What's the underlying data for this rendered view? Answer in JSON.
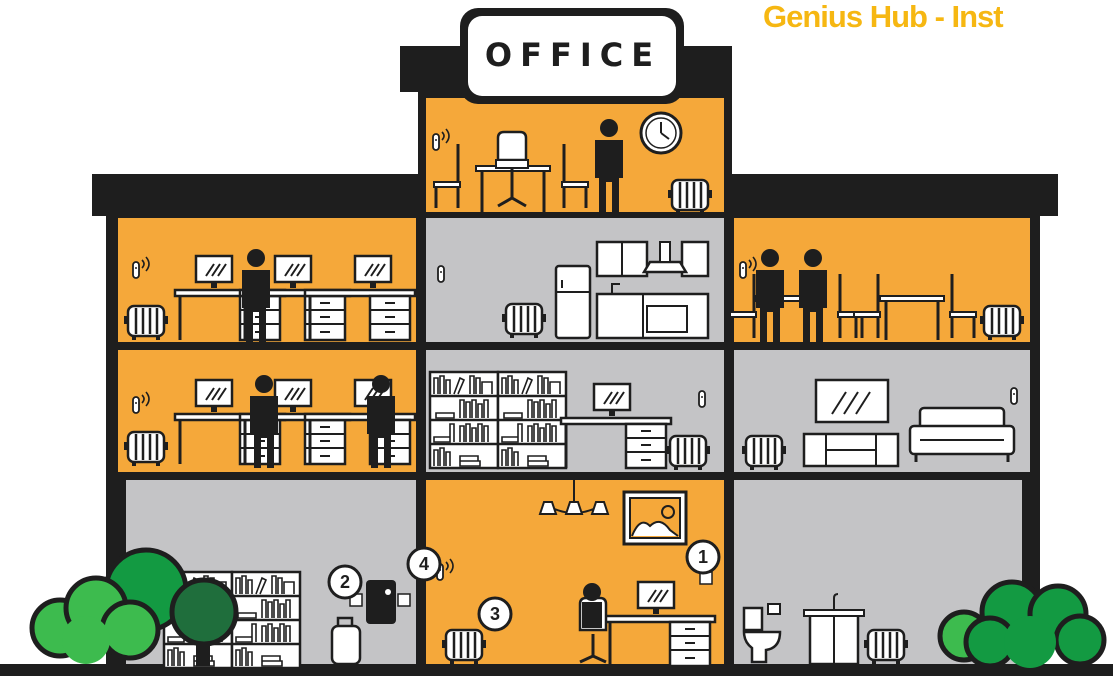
{
  "title": "Genius Hub - Inst",
  "sign": "OFFICE",
  "markers": [
    "1",
    "2",
    "3",
    "4"
  ],
  "colors": {
    "heated_room": "#F5A83A",
    "unheated_room": "#C4C4C6",
    "wall": "#1E1E1E",
    "tree_light": "#3DBB4E",
    "tree_dark": "#139A42",
    "tree_darkest": "#1F6E3C",
    "title": "#F6B712"
  },
  "rooms": [
    {
      "id": "top-office",
      "state": "heated"
    },
    {
      "id": "floor3-left-workspace",
      "state": "heated"
    },
    {
      "id": "floor3-kitchen",
      "state": "unheated"
    },
    {
      "id": "floor3-dining",
      "state": "heated"
    },
    {
      "id": "floor2-left-workspace",
      "state": "heated"
    },
    {
      "id": "floor2-library",
      "state": "unheated"
    },
    {
      "id": "floor2-lounge",
      "state": "unheated"
    },
    {
      "id": "ground-storage",
      "state": "unheated"
    },
    {
      "id": "ground-office",
      "state": "heated"
    },
    {
      "id": "ground-bathroom",
      "state": "unheated"
    }
  ]
}
